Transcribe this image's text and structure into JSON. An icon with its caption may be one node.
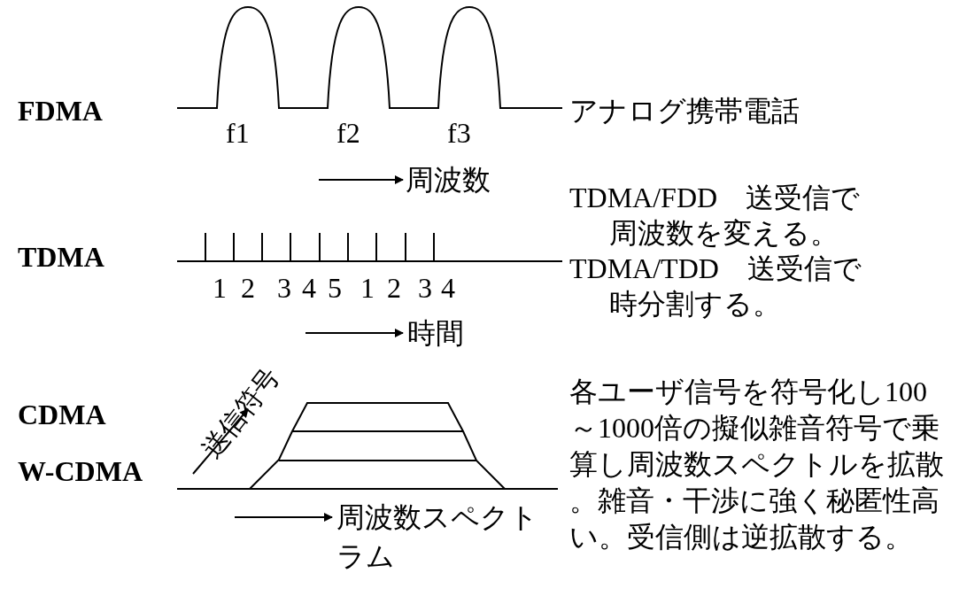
{
  "diagram": {
    "labels": [
      "FDMA",
      "アナログ携帯電話",
      "f1",
      "f2",
      "f3",
      "周波数",
      "TDMA/FDD　送受信で",
      "周波数を変える。",
      "TDMA",
      "TDMA/TDD　送受信で",
      "1",
      "2",
      "3",
      "4",
      "5",
      "1",
      "2",
      "3",
      "4",
      "時分割する。",
      "時間",
      "送信符号",
      "各ユーザ信号を符号化し100～1000倍の擬似雑音符号で乗算し周波数スペクトルを拡散。雑音・干渉に強く秘匿性高い。受信側は逆拡散する。",
      "CDMA",
      "W-CDMA",
      "周波数スペクトラム"
    ]
  }
}
